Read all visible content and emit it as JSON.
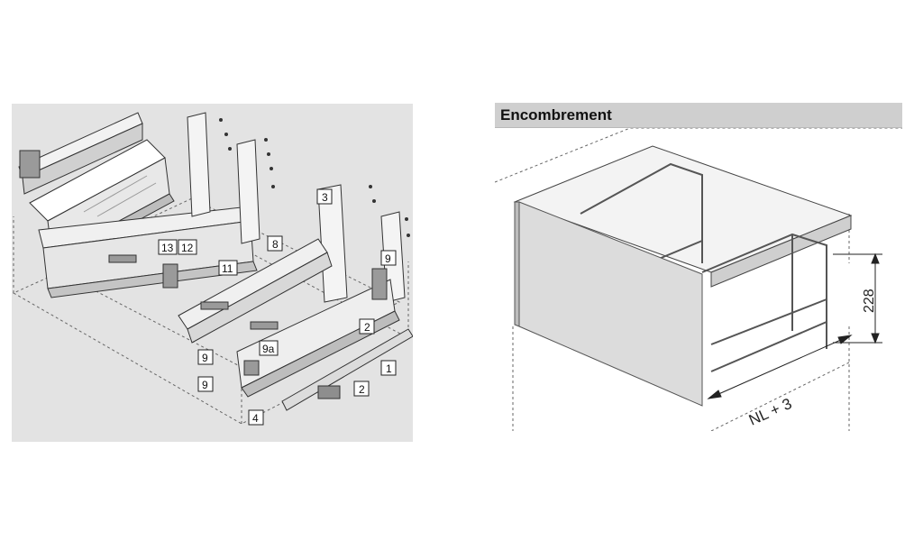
{
  "exploded_view": {
    "callouts": [
      {
        "label": "13"
      },
      {
        "label": "12"
      },
      {
        "label": "11"
      },
      {
        "label": "8"
      },
      {
        "label": "3"
      },
      {
        "label": "9"
      },
      {
        "label": "2"
      },
      {
        "label": "9"
      },
      {
        "label": "9a"
      },
      {
        "label": "1"
      },
      {
        "label": "9"
      },
      {
        "label": "2"
      },
      {
        "label": "4"
      }
    ]
  },
  "encombrement": {
    "title": "Encombrement",
    "height_dimension": "228",
    "depth_dimension": "NL + 3"
  },
  "colors": {
    "diagram_background": "#e3e3e3",
    "header_background": "#cfcfcf",
    "front_panel": "#dcdcdc",
    "line": "#333333"
  }
}
